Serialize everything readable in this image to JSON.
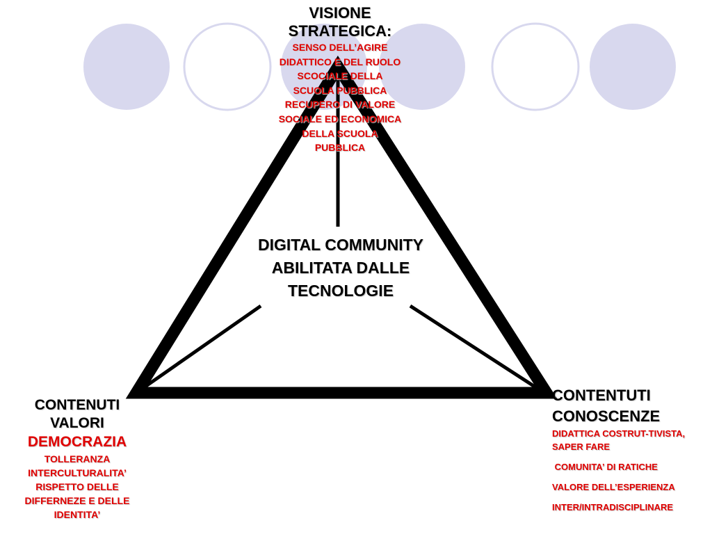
{
  "colors": {
    "circle_fill": "#d8d8ee",
    "circle_stroke": "#d8d8ee",
    "line": "#000000",
    "heading_text": "#000000",
    "detail_text": "#e00000",
    "background": "#ffffff"
  },
  "decoration": {
    "circles": [
      "filled",
      "outline",
      "filled",
      "filled",
      "outline",
      "filled"
    ]
  },
  "top": {
    "title_line1": "VISIONE",
    "title_line2": "STRATEGICA:",
    "lines": [
      "SENSO DELL’AGIRE",
      "DIDATTICO E DEL RUOLO",
      "SCOCIALE DELLA",
      "SCUOLA PUBBLICA",
      "RECUPERO DI VALORE",
      "SOCIALE ED ECONOMICA",
      "DELLA SCUOLA",
      "PUBBLICA"
    ]
  },
  "center": {
    "line1": "DIGITAL COMMUNITY",
    "line2": "ABILITATA DALLE",
    "line3": "TECNOLOGIE"
  },
  "left": {
    "title_line1": "CONTENUTI",
    "title_line2": "VALORI",
    "highlight": "DEMOCRAZIA",
    "lines": [
      "TOLLERANZA",
      "INTERCULTURALITA’",
      "RISPETTO DELLE",
      "DIFFERNEZE E DELLE",
      "IDENTITA’"
    ]
  },
  "right": {
    "title_line1": "CONTENTUTI",
    "title_line2": "CONOSCENZE",
    "lines": [
      "DIDATTICA COSTRUT-TIVISTA,",
      "SAPER FARE",
      " COMUNITA’ DI RATICHE",
      "VALORE DELL’ESPERIENZA",
      "INTER/INTRADISCIPLINARE"
    ]
  }
}
